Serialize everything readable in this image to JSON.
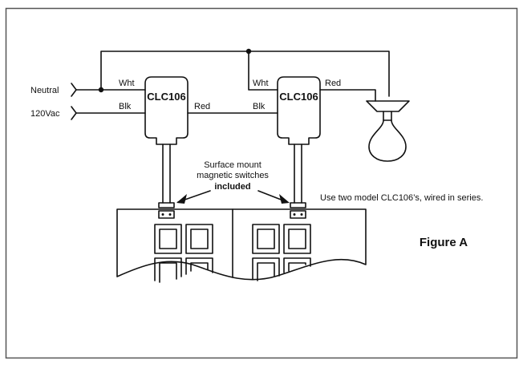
{
  "colors": {
    "line": "#111111",
    "frame": "#555555",
    "background": "#ffffff"
  },
  "labels": {
    "neutral": "Neutral",
    "vac": "120Vac",
    "wht_left": "Wht",
    "blk_left": "Blk",
    "red_mid": "Red",
    "wht_right": "Wht",
    "blk_right": "Blk",
    "red_right": "Red"
  },
  "devices": {
    "left_model": "CLC106",
    "right_model": "CLC106"
  },
  "switch_note": {
    "line1": "Surface mount",
    "line2": "magnetic switches",
    "line3": "included"
  },
  "series_note": "Use two model CLC106’s, wired in series.",
  "figure_title": "Figure A",
  "icons": {
    "lamp": "light-bulb-icon",
    "door": "garage-door-icon",
    "switch": "magnetic-switch-icon"
  }
}
